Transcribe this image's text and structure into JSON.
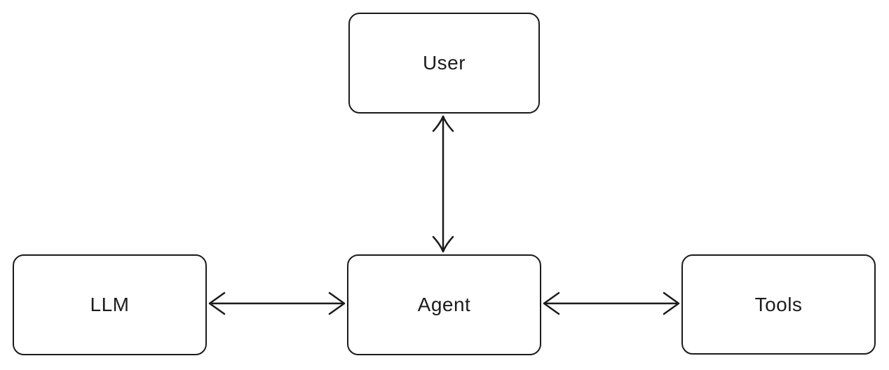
{
  "diagram": {
    "type": "architecture-diagram",
    "nodes": [
      {
        "id": "user",
        "label": "User"
      },
      {
        "id": "llm",
        "label": "LLM"
      },
      {
        "id": "agent",
        "label": "Agent"
      },
      {
        "id": "tools",
        "label": "Tools"
      }
    ],
    "edges": [
      {
        "from": "user",
        "to": "agent",
        "bidirectional": true,
        "orientation": "vertical"
      },
      {
        "from": "llm",
        "to": "agent",
        "bidirectional": true,
        "orientation": "horizontal"
      },
      {
        "from": "agent",
        "to": "tools",
        "bidirectional": true,
        "orientation": "horizontal"
      }
    ],
    "colors": {
      "stroke": "#1b1b1b",
      "background": "#ffffff",
      "text": "#1c1c1c"
    }
  }
}
